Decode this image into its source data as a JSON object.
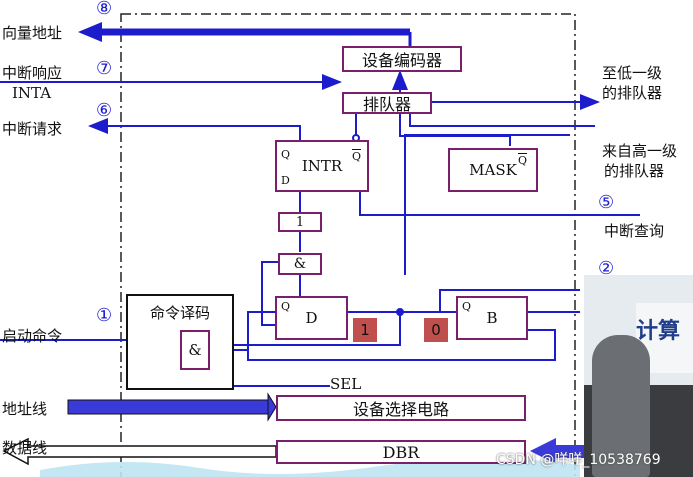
{
  "labels": {
    "vector_address": "向量地址",
    "interrupt_response": "中断响应",
    "inta": "INTA",
    "interrupt_request": "中断请求",
    "start_command": "启动命令",
    "address_bus": "地址线",
    "data_bus": "数据线",
    "to_lower_queue_1": "至低一级",
    "to_lower_queue_2": "的排队器",
    "from_higher_queue_1": "来自高一级",
    "from_higher_queue_2": "的排队器",
    "interrupt_query": "中断查询",
    "sel": "SEL"
  },
  "circled_numbers": {
    "n8": "⑧",
    "n7": "⑦",
    "n6": "⑥",
    "n5": "⑤",
    "n2": "②",
    "n1": "①"
  },
  "blocks": {
    "device_encoder": "设备编码器",
    "queuer": "排队器",
    "intr": "INTR",
    "mask": "MASK",
    "or_gate": "1",
    "and_gate": "&",
    "cmd_decode": "命令译码",
    "cmd_and": "&",
    "d_ff": "D",
    "b_ff": "B",
    "device_select": "设备选择电路",
    "dbr": "DBR"
  },
  "pins": {
    "q": "Q",
    "d": "D",
    "qbar": "Q"
  },
  "flip_flop_values": {
    "d_value": "1",
    "b_value": "0"
  },
  "photo_sign": "计算",
  "watermark": "CSDN @咩咩_10538769",
  "colors": {
    "wire": "#1c1ccc",
    "box_border": "#7a1f6b",
    "red_cell": "#c0504d"
  }
}
